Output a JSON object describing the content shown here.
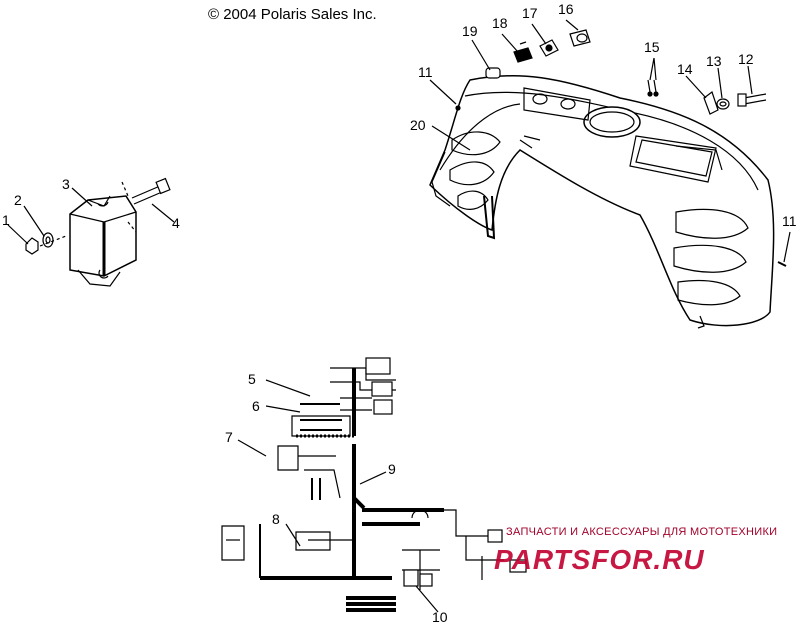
{
  "copyright": "© 2004 Polaris Sales Inc.",
  "callouts": [
    "1",
    "2",
    "3",
    "4",
    "5",
    "6",
    "7",
    "8",
    "9",
    "10",
    "11",
    "12",
    "13",
    "14",
    "15",
    "16",
    "17",
    "18",
    "19",
    "20",
    "11"
  ],
  "watermark": {
    "tagline": "ЗАПЧАСТИ И АКСЕССУАРЫ ДЛЯ МОТОТЕХНИКИ",
    "logo": "PARTSFOR.RU"
  },
  "colors": {
    "line": "#000000",
    "watermark": "#c2002f"
  }
}
